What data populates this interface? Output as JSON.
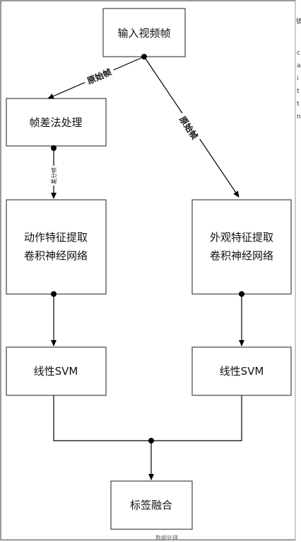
{
  "nodes": {
    "input": "输入视频帧",
    "diff": "帧差法处理",
    "motion_cnn": [
      "动作特征提取",
      "卷积神经网络"
    ],
    "appearance_cnn": [
      "外观特征提取",
      "卷积神经网络"
    ],
    "svm_left": "线性SVM",
    "svm_right": "线性SVM",
    "fusion": "标签融合"
  },
  "edges": {
    "input_to_diff": "原始帧",
    "input_to_appearance": "原始帧",
    "diff_to_motion": "差分帧"
  },
  "side_fragments": [
    "镜",
    "c",
    "a",
    "i",
    "t",
    "t",
    "n"
  ],
  "footer": "数据处理"
}
